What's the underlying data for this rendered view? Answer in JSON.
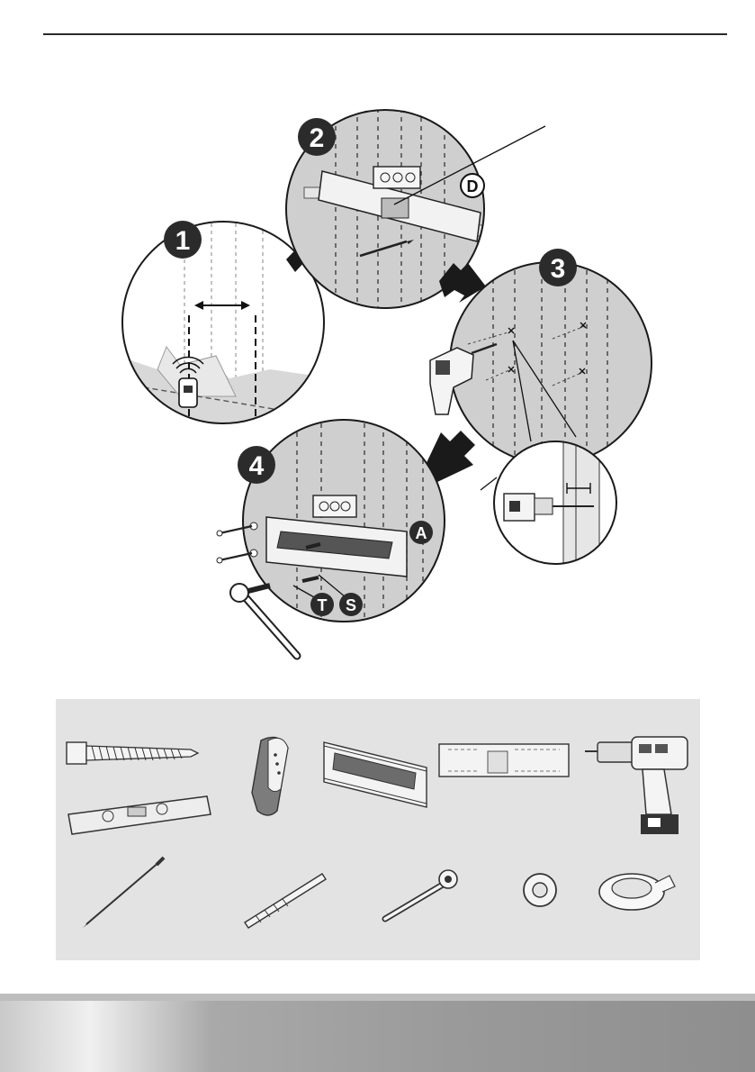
{
  "steps": [
    {
      "number": "1"
    },
    {
      "number": "2"
    },
    {
      "number": "3"
    },
    {
      "number": "4"
    }
  ],
  "part_labels": {
    "d": "D",
    "a": "A",
    "t": "T",
    "s": "S"
  },
  "colors": {
    "wall": "#cfcfcf",
    "badge": "#2b2b2b",
    "panel": "#e3e3e3",
    "line": "#1a1a1a"
  },
  "tools": [
    {
      "icon": "lag-bolt-icon"
    },
    {
      "icon": "spirit-level-icon"
    },
    {
      "icon": "stud-finder-icon"
    },
    {
      "icon": "tv-mount-plate-icon"
    },
    {
      "icon": "wall-bracket-icon"
    },
    {
      "icon": "cordless-drill-icon"
    },
    {
      "icon": "pencil-icon"
    },
    {
      "icon": "drill-bit-icon"
    },
    {
      "icon": "socket-wrench-icon"
    },
    {
      "icon": "washer-icon"
    },
    {
      "icon": "tape-icon"
    }
  ]
}
